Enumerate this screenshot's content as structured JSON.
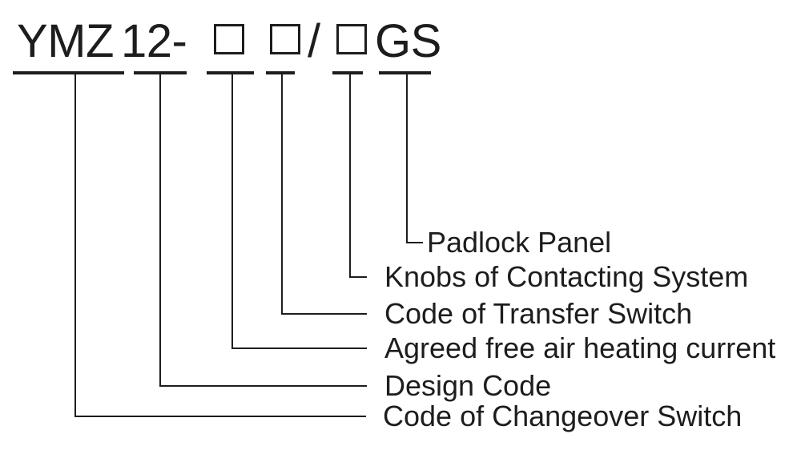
{
  "code_line": {
    "series": "YMZ",
    "design_number": "12-",
    "separator": "/",
    "suffix": "GS",
    "placeholder_box_count": 3
  },
  "labels": [
    {
      "text": "Padlock Panel",
      "annotates": "GS"
    },
    {
      "text": "Knobs of Contacting System",
      "annotates": "third □"
    },
    {
      "text": "Code of Transfer Switch",
      "annotates": "second □"
    },
    {
      "text": "Agreed free air heating current",
      "annotates": "first □"
    },
    {
      "text": "Design Code",
      "annotates": "12"
    },
    {
      "text": "Code of Changeover Switch",
      "annotates": "YMZ"
    }
  ],
  "colors": {
    "ink": "#1d1d1d",
    "background": "#ffffff"
  }
}
